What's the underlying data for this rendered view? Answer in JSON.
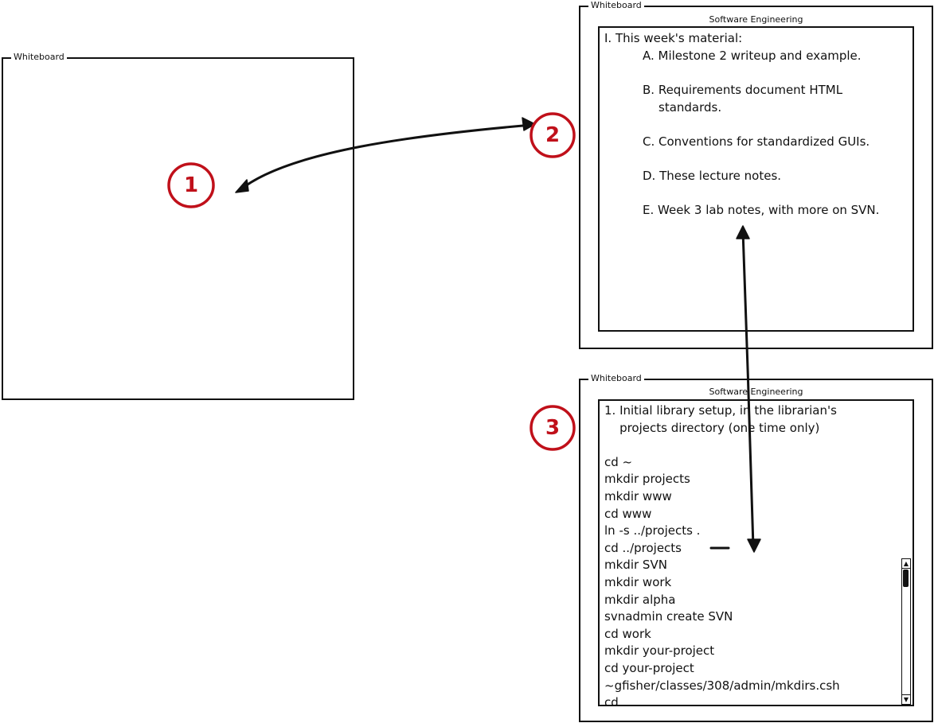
{
  "panels": {
    "left": {
      "label": "Whiteboard"
    },
    "top_right": {
      "label": "Whiteboard",
      "title": "Software Engineering",
      "heading": "I. This week's material:",
      "items": [
        {
          "text": "A. Milestone 2 writeup and example.",
          "cont": ""
        },
        {
          "text": "B. Requirements document HTML",
          "cont": "standards."
        },
        {
          "text": "C. Conventions for standardized GUIs.",
          "cont": ""
        },
        {
          "text": "D. These lecture notes.",
          "cont": ""
        },
        {
          "text": "E. Week 3 lab notes, with more on SVN.",
          "cont": ""
        }
      ]
    },
    "bottom_right": {
      "label": "Whiteboard",
      "title": "Software Engineering",
      "lines": [
        "1. Initial library setup, in the librarian's",
        "    projects directory (one time only)",
        "",
        "cd ~",
        "mkdir projects",
        "mkdir www",
        "cd www",
        "ln -s ../projects .",
        "cd ../projects",
        "mkdir SVN",
        "mkdir work",
        "mkdir alpha",
        "svnadmin create SVN",
        "cd work",
        "mkdir your-project",
        "cd your-project",
        "~gfisher/classes/308/admin/mkdirs.csh",
        "cd .."
      ]
    }
  },
  "badges": [
    "1",
    "2",
    "3"
  ],
  "colors": {
    "badge": "#c0101a",
    "ink": "#111111"
  },
  "icons": {
    "scroll_up": "triangle-up",
    "scroll_down": "triangle-down"
  }
}
